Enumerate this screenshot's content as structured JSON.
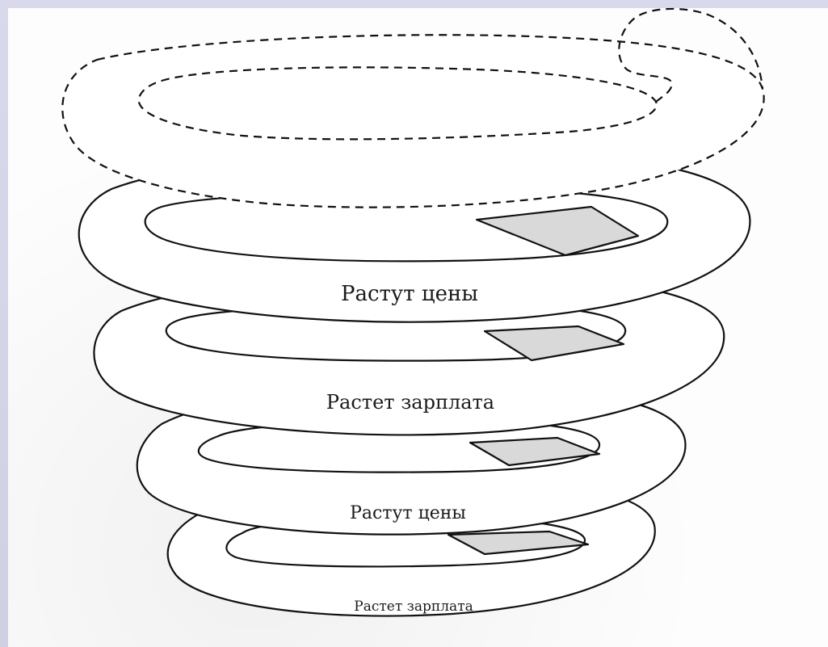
{
  "diagram": {
    "turns": [
      {
        "label": "Растут цены"
      },
      {
        "label": "Растет зарплата"
      },
      {
        "label": "Растут цены"
      },
      {
        "label": "Растет зарплата"
      }
    ]
  }
}
